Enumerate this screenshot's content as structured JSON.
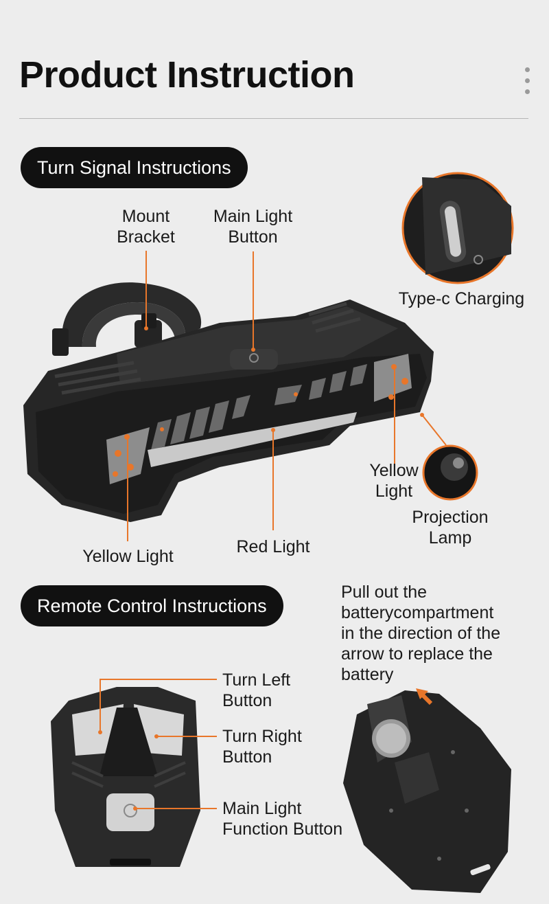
{
  "page": {
    "title": "Product Instruction"
  },
  "sections": {
    "turn_signal": "Turn Signal Instructions",
    "remote_control": "Remote Control Instructions"
  },
  "labels": {
    "mount_bracket": "Mount\nBracket",
    "main_light_button": "Main Light\nButton",
    "type_c_charging": "Type-c Charging",
    "yellow_light_right": "Yellow\nLight",
    "projection_lamp": "Projection\nLamp",
    "red_light": "Red Light",
    "yellow_light_left": "Yellow Light",
    "battery_note": "Pull out the\nbatterycompartment\nin the direction of the\narrow to replace the\nbattery",
    "turn_left_button": "Turn Left\nButton",
    "turn_right_button": "Turn Right\nButton",
    "main_light_function_button": "Main Light\nFunction Button"
  },
  "colors": {
    "accent": "#e8762a",
    "background": "#ededed",
    "pill": "#111111",
    "body": "#262626"
  },
  "icons": [
    "usb-c-port-icon",
    "power-icon",
    "arrow-icon",
    "menu-dots-icon"
  ]
}
